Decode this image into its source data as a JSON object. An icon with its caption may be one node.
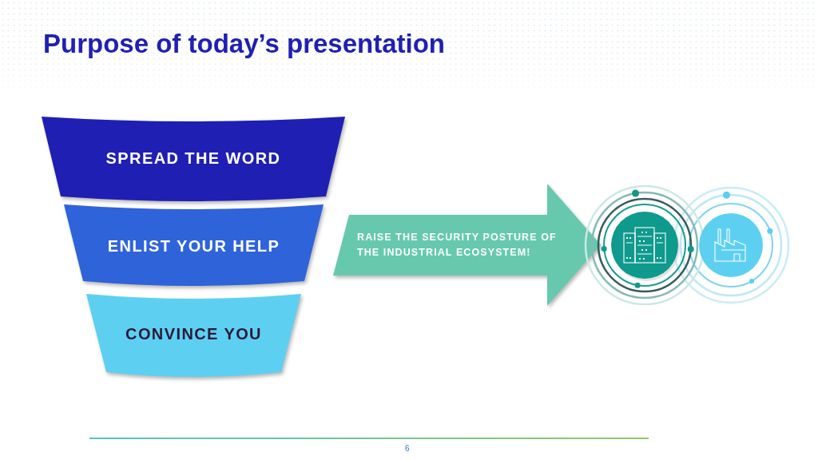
{
  "diagram": {
    "title": "Purpose of today’s presentation",
    "nodes": [
      {
        "text": [
          "SPREAD THE WORD"
        ]
      },
      {
        "text": [
          "ENLIST YOUR HELP"
        ]
      },
      {
        "text": [
          "CONVINCE YOU"
        ]
      },
      {
        "text": [
          "RAISE THE SECURITY POSTURE OF THE INDUSTRIAL ECOSYSTEM!"
        ]
      }
    ],
    "labels": [
      "6"
    ]
  }
}
